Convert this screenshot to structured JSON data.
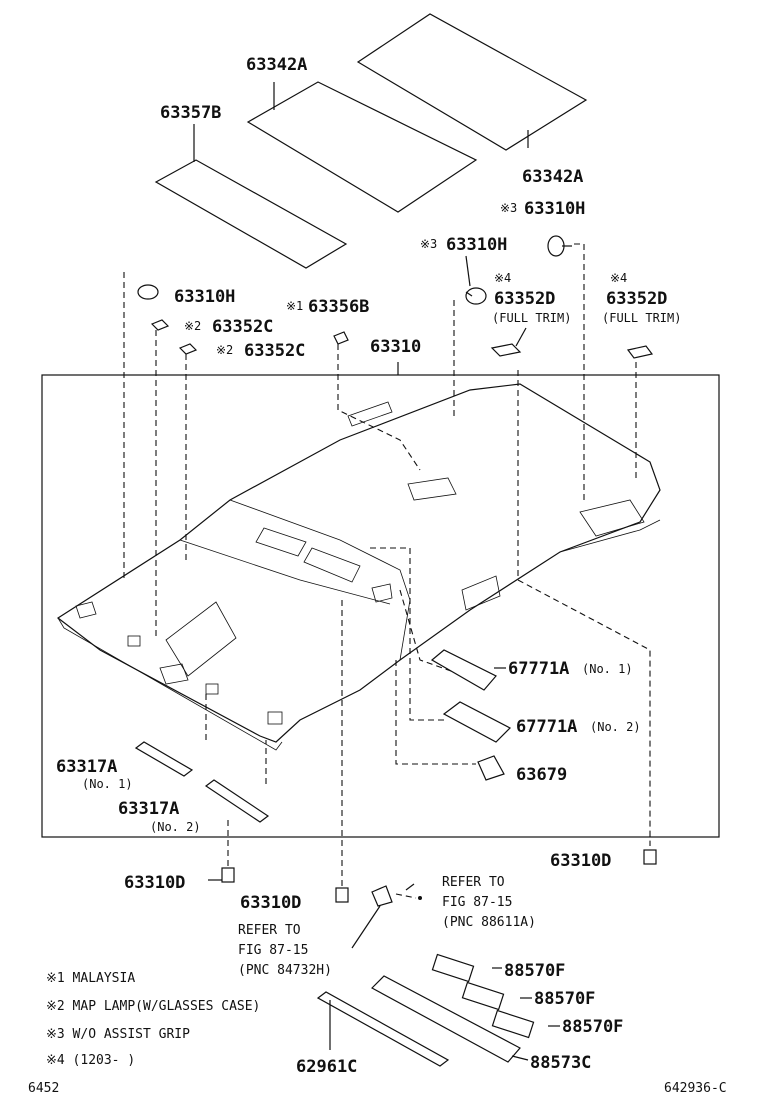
{
  "parts": {
    "p63342A_top": "63342A",
    "p63342A_right": "63342A",
    "p63357B": "63357B",
    "p63310H_right": "63310H",
    "p63310H_mid": "63310H",
    "p63310H_left": "63310H",
    "p63352D_a": "63352D",
    "p63352D_b": "63352D",
    "p63356B": "63356B",
    "p63352C_a": "63352C",
    "p63352C_b": "63352C",
    "p63310": "63310",
    "p67771A_1": "67771A",
    "p67771A_2": "67771A",
    "p63679": "63679",
    "p63317A_1": "63317A",
    "p63317A_2": "63317A",
    "p63310D_left": "63310D",
    "p63310D_mid": "63310D",
    "p63310D_right": "63310D",
    "p88570F_1": "88570F",
    "p88570F_2": "88570F",
    "p88570F_3": "88570F",
    "p88573C": "88573C",
    "p62961C": "62961C"
  },
  "marks": {
    "m3": "※3",
    "m4": "※4",
    "m1": "※1",
    "m2": "※2"
  },
  "subs": {
    "full_trim": "(FULL TRIM)",
    "no1": "(No. 1)",
    "no2": "(No. 2)"
  },
  "refer_right": {
    "l1": "REFER TO",
    "l2": "FIG 87-15",
    "l3": "(PNC 88611A)"
  },
  "refer_left": {
    "l1": "REFER TO",
    "l2": "FIG 87-15",
    "l3": "(PNC 84732H)"
  },
  "legend": [
    "※1 MALAYSIA",
    "※2 MAP LAMP(W/GLASSES CASE)",
    "※3 W/O ASSIST GRIP",
    "※4 (1203-     )"
  ],
  "footer": {
    "left_code": "6452",
    "right_code": "642936-C"
  }
}
